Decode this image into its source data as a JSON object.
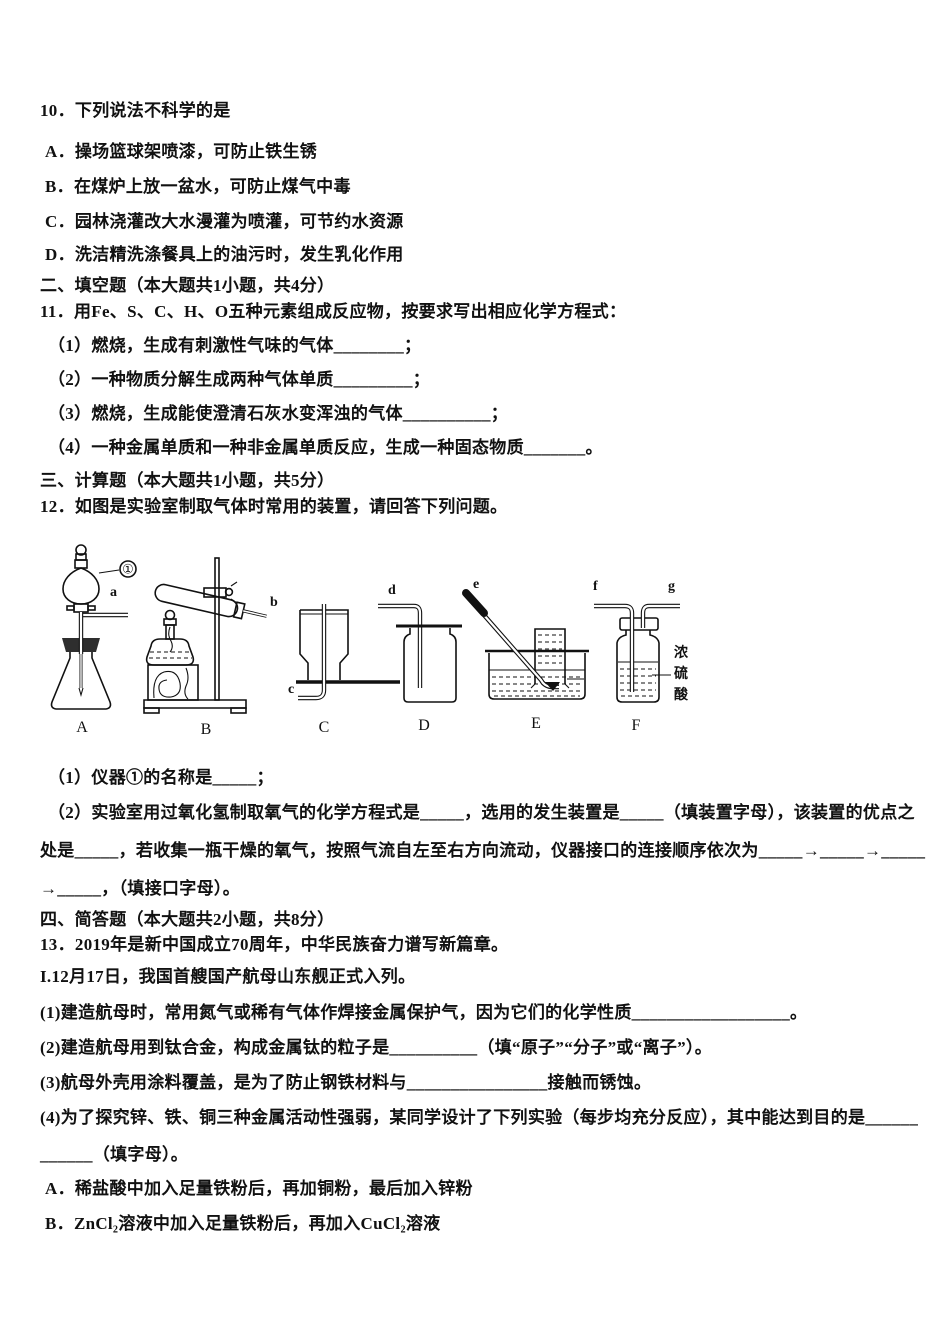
{
  "exam": {
    "q10": {
      "stem": "10．下列说法不科学的是",
      "options": [
        "A．操场篮球架喷漆，可防止铁生锈",
        "B．在煤炉上放一盆水，可防止煤气中毒",
        "C．园林浇灌改大水漫灌为喷灌，可节约水资源",
        "D．洗洁精洗涤餐具上的油污时，发生乳化作用"
      ]
    },
    "sec2_header": "二、填空题（本大题共1小题，共4分）",
    "q11": {
      "stem": "11．用Fe、S、C、H、O五种元素组成反应物，按要求写出相应化学方程式：",
      "parts": [
        "（1）燃烧，生成有刺激性气味的气体________；",
        "（2）一种物质分解生成两种气体单质_________；",
        "（3）燃烧，生成能使澄清石灰水变浑浊的气体__________；",
        "（4）一种金属单质和一种非金属单质反应，生成一种固态物质_______。"
      ]
    },
    "sec3_header": "三、计算题（本大题共1小题，共5分）",
    "q12": {
      "stem": "12．如图是实验室制取气体时常用的装置，请回答下列问题。",
      "figure": {
        "callout_1": "①",
        "ports": {
          "a": "a",
          "b": "b",
          "c": "c",
          "d": "d",
          "e": "e",
          "f": "f",
          "g": "g"
        },
        "devices": {
          "A": "A",
          "B": "B",
          "C": "C",
          "D": "D",
          "E": "E",
          "F": "F"
        },
        "reagent": "浓硫酸"
      },
      "part1": "（1）仪器①的名称是_____；",
      "part2_line1": "（2）实验室用过氧化氢制取氧气的化学方程式是_____，选用的发生装置是_____（填装置字母），该装置的优点之",
      "part2_line2": "处是_____，若收集一瓶干燥的氧气，按照气流自左至右方向流动，仪器接口的连接顺序依次为_____→_____→_____",
      "part2_line3": "→_____，（填接口字母）。"
    },
    "sec4_header": "四、简答题（本大题共2小题，共8分）",
    "q13": {
      "stem": "13．2019年是新中国成立70周年，中华民族奋力谱写新篇章。",
      "part_I": "I.12月17日，我国首艘国产航母山东舰正式入列。",
      "sub1": "(1)建造航母时，常用氮气或稀有气体作焊接金属保护气，因为它们的化学性质__________________。",
      "sub2": "(2)建造航母用到钛合金，构成金属钛的粒子是__________（填“原子”“分子”或“离子”）。",
      "sub3": "(3)航母外壳用涂料覆盖，是为了防止钢铁材料与________________接触而锈蚀。",
      "sub4_line1": "(4)为了探究锌、铁、铜三种金属活动性强弱，某同学设计了下列实验（每步均充分反应），其中能达到目的是______",
      "sub4_line2": "______（填字母）。",
      "optA": "A．稀盐酸中加入足量铁粉后，再加铜粉，最后加入锌粉",
      "optB": "B．ZnCl₂溶液中加入足量铁粉后，再加入CuCl₂溶液"
    }
  }
}
